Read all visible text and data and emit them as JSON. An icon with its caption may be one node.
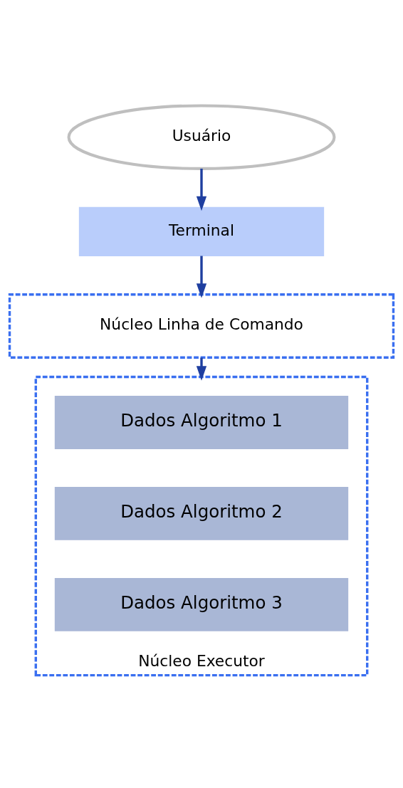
{
  "diagram": {
    "nodes": [
      {
        "text": [
          "Usuário"
        ]
      },
      {
        "text": [
          "Terminal"
        ]
      },
      {
        "text": [
          "Núcleo Linha de Comando"
        ]
      },
      {
        "text": [
          "Núcleo Executor"
        ]
      },
      {
        "text": [
          "Dados Algoritmo 1"
        ],
        "in": 3
      },
      {
        "text": [
          "Dados Algoritmo 2"
        ],
        "in": 3
      },
      {
        "text": [
          "Dados Algoritmo 3"
        ],
        "in": 3
      }
    ],
    "edges": [
      {
        "from": 0,
        "to": 1,
        "arrow": "to"
      },
      {
        "from": 1,
        "to": 2,
        "arrow": "to"
      },
      {
        "from": 2,
        "to": 3,
        "arrow": "to"
      }
    ]
  }
}
